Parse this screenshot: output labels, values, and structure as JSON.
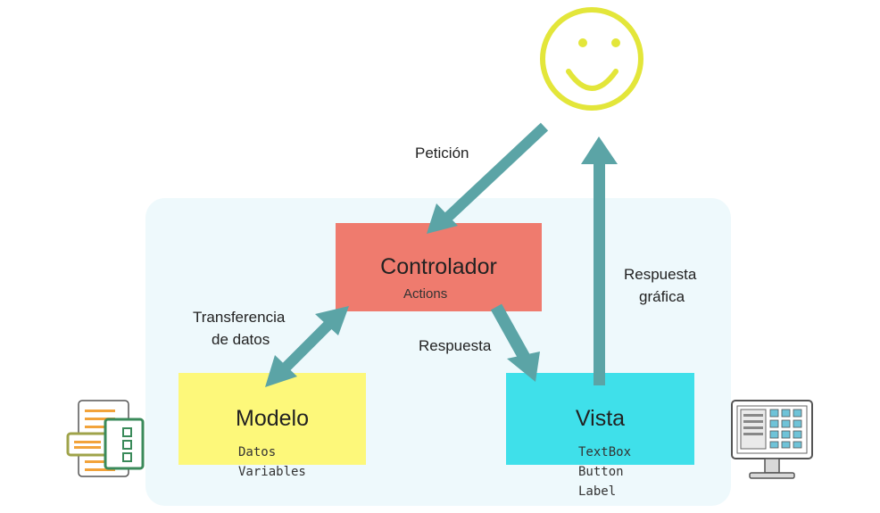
{
  "diagram": {
    "controller": {
      "title": "Controlador",
      "subtitle": "Actions",
      "color": "#ef7b6e"
    },
    "model": {
      "title": "Modelo",
      "items": [
        "Datos",
        "Variables"
      ],
      "color": "#fdf87a"
    },
    "view": {
      "title": "Vista",
      "items": [
        "TextBox",
        "Button",
        "Label"
      ],
      "color": "#3fe0ea"
    },
    "edges": {
      "request": "Petición",
      "data_transfer_line1": "Transferencia",
      "data_transfer_line2": "de datos",
      "response": "Respuesta",
      "graphic_response_line1": "Respuesta",
      "graphic_response_line2": "gráfica"
    },
    "colors": {
      "arrow": "#5ba4a6",
      "panel": "#eef9fc",
      "smiley": "#e3e63a"
    },
    "icons": [
      "smiley-user-icon",
      "database-form-icon",
      "desktop-monitor-icon"
    ]
  }
}
